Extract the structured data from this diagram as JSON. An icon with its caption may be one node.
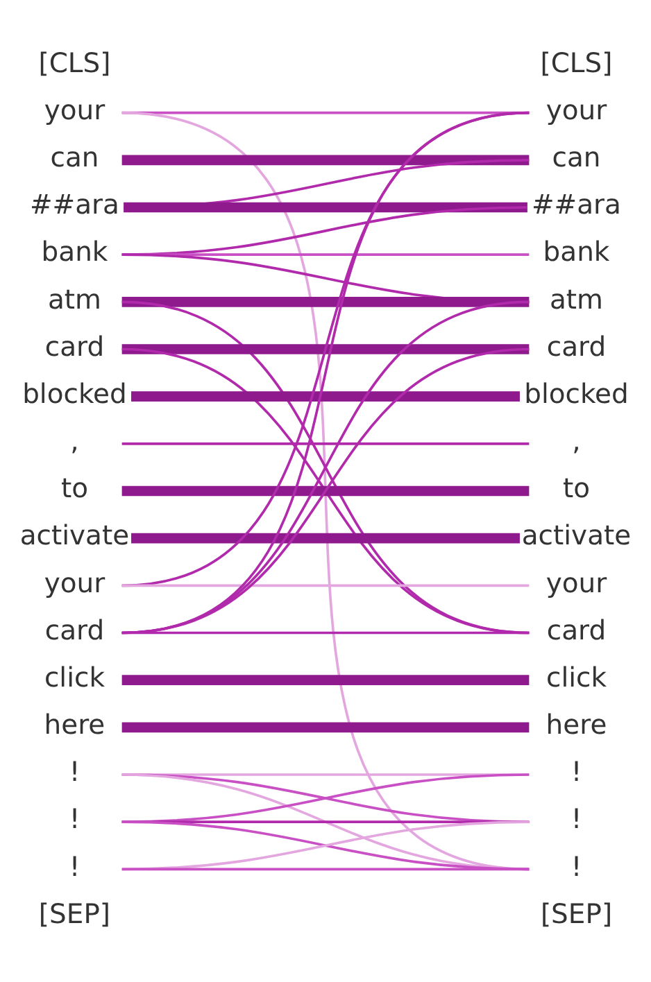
{
  "diagram": {
    "nodes": [
      {
        "text": [
          "your"
        ]
      },
      {
        "text": [
          "can"
        ]
      },
      {
        "text": [
          "##ara"
        ]
      },
      {
        "text": [
          "bank"
        ]
      },
      {
        "text": [
          "atm"
        ]
      },
      {
        "text": [
          "card"
        ]
      },
      {
        "text": [
          "blocked"
        ]
      },
      {
        "text": [
          ","
        ]
      },
      {
        "text": [
          "to"
        ]
      },
      {
        "text": [
          "activate"
        ]
      },
      {
        "text": [
          "your"
        ]
      },
      {
        "text": [
          "card"
        ]
      },
      {
        "text": [
          "click"
        ]
      },
      {
        "text": [
          "here"
        ]
      },
      {
        "text": [
          "!"
        ]
      },
      {
        "text": [
          "!"
        ]
      },
      {
        "text": [
          "!"
        ]
      },
      {
        "text": [
          "your"
        ]
      },
      {
        "text": [
          "can"
        ]
      },
      {
        "text": [
          "##ara"
        ]
      },
      {
        "text": [
          "bank"
        ]
      },
      {
        "text": [
          "atm"
        ]
      },
      {
        "text": [
          "card"
        ]
      },
      {
        "text": [
          "blocked"
        ]
      },
      {
        "text": [
          ","
        ]
      },
      {
        "text": [
          "to"
        ]
      },
      {
        "text": [
          "activate"
        ]
      },
      {
        "text": [
          "your"
        ]
      },
      {
        "text": [
          "card"
        ]
      },
      {
        "text": [
          "click"
        ]
      },
      {
        "text": [
          "here"
        ]
      },
      {
        "text": [
          "!"
        ]
      },
      {
        "text": [
          "!"
        ]
      },
      {
        "text": [
          "!"
        ]
      }
    ],
    "edges": [
      {
        "from": 0,
        "to": 17,
        "arrow": "none",
        "color": "#c84fc4"
      },
      {
        "from": 1,
        "to": 18,
        "arrow": "none",
        "style": "thick"
      },
      {
        "from": 2,
        "to": 19,
        "arrow": "none",
        "style": "thick"
      },
      {
        "from": 3,
        "to": 20,
        "arrow": "none",
        "color": "#c84fc4"
      },
      {
        "from": 4,
        "to": 21,
        "arrow": "none",
        "style": "thick"
      },
      {
        "from": 5,
        "to": 22,
        "arrow": "none",
        "style": "thick"
      },
      {
        "from": 6,
        "to": 23,
        "arrow": "none",
        "style": "thick"
      },
      {
        "from": 7,
        "to": 24,
        "arrow": "none",
        "color": "#b02aab"
      },
      {
        "from": 8,
        "to": 25,
        "arrow": "none",
        "style": "thick"
      },
      {
        "from": 9,
        "to": 26,
        "arrow": "none",
        "style": "thick"
      },
      {
        "from": 10,
        "to": 27,
        "arrow": "none",
        "color": "#e3a6df"
      },
      {
        "from": 11,
        "to": 28,
        "arrow": "none",
        "color": "#b02aab"
      },
      {
        "from": 12,
        "to": 29,
        "arrow": "none",
        "style": "thick"
      },
      {
        "from": 13,
        "to": 30,
        "arrow": "none",
        "style": "thick"
      },
      {
        "from": 14,
        "to": 31,
        "arrow": "none",
        "color": "#e3a6df"
      },
      {
        "from": 15,
        "to": 32,
        "arrow": "none",
        "color": "#b02aab"
      },
      {
        "from": 16,
        "to": 33,
        "arrow": "none",
        "color": "#c84fc4"
      },
      {
        "from": 2,
        "to": 18,
        "arrow": "none",
        "color": "#b02aab"
      },
      {
        "from": 3,
        "to": 19,
        "arrow": "none",
        "color": "#b02aab"
      },
      {
        "from": 3,
        "to": 21,
        "arrow": "none",
        "color": "#b02aab"
      },
      {
        "from": 4,
        "to": 28,
        "arrow": "none",
        "color": "#b02aab"
      },
      {
        "from": 5,
        "to": 28,
        "arrow": "none",
        "color": "#b02aab"
      },
      {
        "from": 10,
        "to": 17,
        "arrow": "none",
        "color": "#b02aab"
      },
      {
        "from": 11,
        "to": 17,
        "arrow": "none",
        "color": "#b02aab"
      },
      {
        "from": 11,
        "to": 21,
        "arrow": "none",
        "color": "#b02aab"
      },
      {
        "from": 11,
        "to": 22,
        "arrow": "none",
        "color": "#b02aab"
      },
      {
        "from": 0,
        "to": 33,
        "arrow": "none",
        "color": "#e3a6df"
      },
      {
        "from": 14,
        "to": 32,
        "arrow": "none",
        "color": "#c84fc4"
      },
      {
        "from": 14,
        "to": 33,
        "arrow": "none",
        "color": "#e3a6df"
      },
      {
        "from": 15,
        "to": 31,
        "arrow": "none",
        "color": "#c84fc4"
      },
      {
        "from": 15,
        "to": 33,
        "arrow": "none",
        "color": "#c84fc4"
      },
      {
        "from": 16,
        "to": 32,
        "arrow": "none",
        "color": "#e3a6df"
      }
    ],
    "labels": [
      "[CLS]",
      "[CLS]",
      "[SEP]",
      "[SEP]"
    ]
  }
}
